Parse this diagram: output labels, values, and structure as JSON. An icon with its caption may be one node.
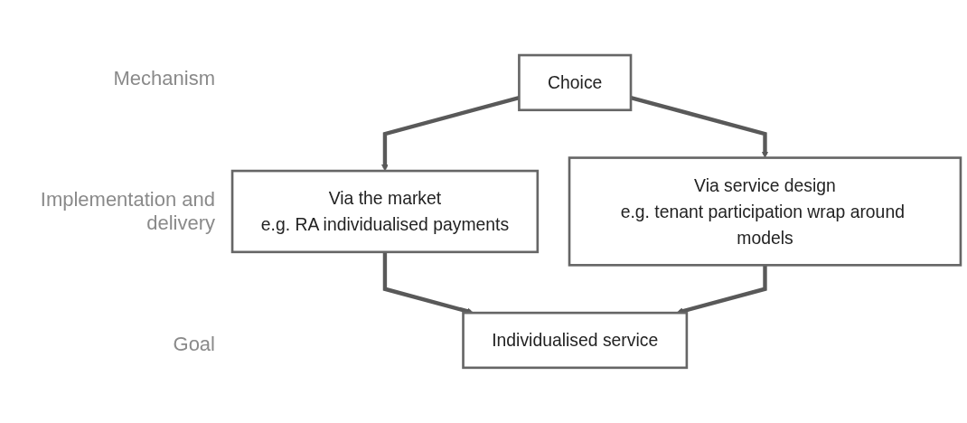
{
  "diagram": {
    "nodes": [
      {
        "text": [
          "Choice"
        ]
      },
      {
        "text": [
          "Via the market",
          "e.g. RA individualised payments"
        ]
      },
      {
        "text": [
          "Via service design",
          "e.g. tenant participation wrap around models"
        ]
      },
      {
        "text": [
          "Individualised service"
        ]
      }
    ],
    "edges": [
      {
        "from": 0,
        "to": 1,
        "arrow": "to"
      },
      {
        "from": 0,
        "to": 2,
        "arrow": "to"
      },
      {
        "from": 1,
        "to": 3,
        "arrow": "to"
      },
      {
        "from": 2,
        "to": 3,
        "arrow": "to"
      }
    ],
    "labels": [
      "Mechanism",
      "Implementation and delivery",
      "Goal"
    ]
  }
}
